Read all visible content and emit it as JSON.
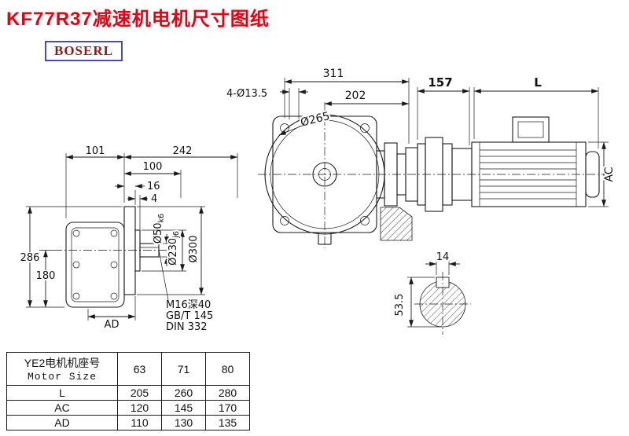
{
  "colors": {
    "title": "#e60012",
    "logo_text": "#8f1a1a",
    "logo_border": "#4a4ab0",
    "ink": "#1a1a1a"
  },
  "header": {
    "title": "KF77R37减速机电机尺寸图纸",
    "logo": "BOSERL"
  },
  "drawing": {
    "side_view": {
      "dim_101": "101",
      "dim_242": "242",
      "dim_100": "100",
      "dim_16": "16",
      "dim_4": "4",
      "dim_286": "286",
      "dim_180": "180",
      "dim_AD": "AD",
      "shaft_dia": "Ø50",
      "shaft_tol": "k6",
      "spigot_dia": "Ø230",
      "spigot_tol": "j6",
      "flange_dia": "Ø300",
      "note_line1": "M16深40",
      "note_line2": "GB/T 145",
      "note_line3": "DIN 332"
    },
    "front_view": {
      "dim_311": "311",
      "dim_202": "202",
      "holes_note": "4-Ø13.5",
      "bolt_circle": "Ø265"
    },
    "motor_view": {
      "dim_157": "157",
      "dim_L": "L",
      "dim_AC": "AC"
    },
    "key_section": {
      "dim_14": "14",
      "dim_53_5": "53.5"
    }
  },
  "table": {
    "header_cn": "YE2电机机座号",
    "header_en": "Motor Size",
    "size_cols": [
      "63",
      "71",
      "80"
    ],
    "rows": [
      {
        "label": "L",
        "values": [
          "205",
          "260",
          "280"
        ]
      },
      {
        "label": "AC",
        "values": [
          "120",
          "145",
          "170"
        ]
      },
      {
        "label": "AD",
        "values": [
          "110",
          "130",
          "135"
        ]
      }
    ]
  }
}
